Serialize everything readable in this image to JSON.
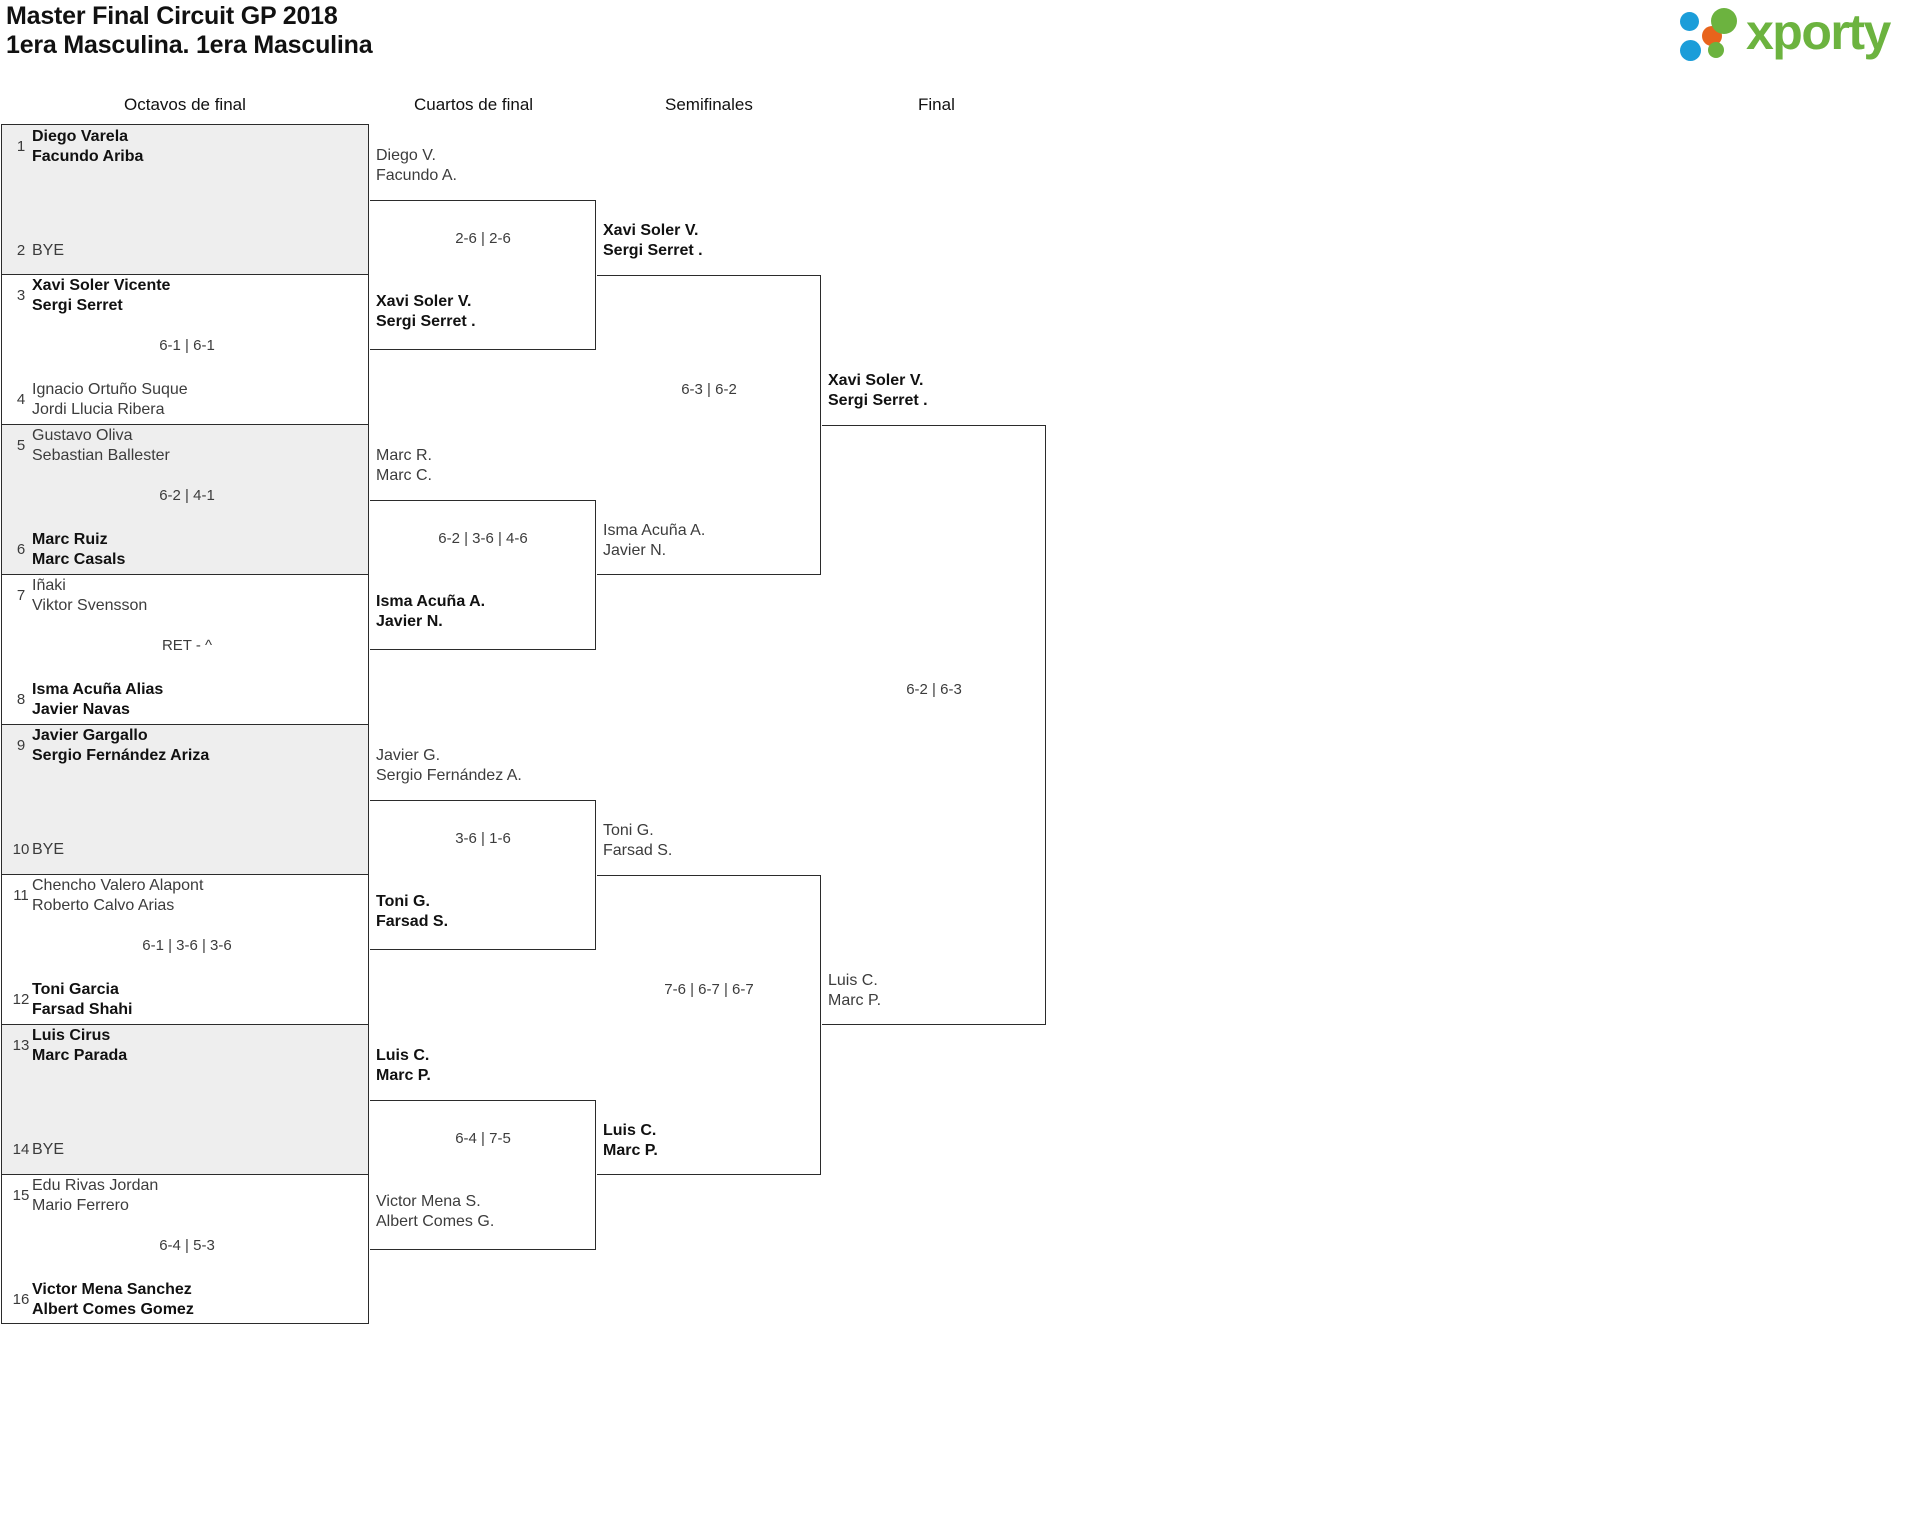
{
  "header": {
    "title_line1": "Master Final Circuit GP 2018",
    "title_line2": "1era Masculina. 1era Masculina",
    "logo": {
      "wordmark": "xporty",
      "green": "#6cb33f",
      "blue": "#1b9dd9",
      "orange": "#e8641c"
    }
  },
  "rounds": [
    {
      "label": "Octavos de final"
    },
    {
      "label": "Cuartos de final"
    },
    {
      "label": "Semifinales"
    },
    {
      "label": "Final"
    }
  ],
  "round1": {
    "entries": [
      {
        "seed": "1",
        "line1": "Diego Varela",
        "line2": "Facundo Ariba",
        "winner": true,
        "bye": false
      },
      {
        "seed": "2",
        "line1": "BYE",
        "line2": "",
        "winner": false,
        "bye": true
      },
      {
        "seed": "3",
        "line1": "Xavi Soler Vicente",
        "line2": "Sergi Serret",
        "winner": true,
        "bye": false
      },
      {
        "seed": "4",
        "line1": "Ignacio Ortuño Suque",
        "line2": "Jordi Llucia Ribera",
        "winner": false,
        "bye": false
      },
      {
        "seed": "5",
        "line1": "Gustavo Oliva",
        "line2": "Sebastian Ballester",
        "winner": false,
        "bye": false
      },
      {
        "seed": "6",
        "line1": "Marc Ruiz",
        "line2": "Marc Casals",
        "winner": true,
        "bye": false
      },
      {
        "seed": "7",
        "line1": "Iñaki",
        "line2": "Viktor Svensson",
        "winner": false,
        "bye": false
      },
      {
        "seed": "8",
        "line1": "Isma Acuña Alias",
        "line2": "Javier Navas",
        "winner": true,
        "bye": false
      },
      {
        "seed": "9",
        "line1": "Javier Gargallo",
        "line2": "Sergio Fernández Ariza",
        "winner": true,
        "bye": false
      },
      {
        "seed": "10",
        "line1": "BYE",
        "line2": "",
        "winner": false,
        "bye": true
      },
      {
        "seed": "11",
        "line1": "Chencho Valero Alapont",
        "line2": "Roberto Calvo Arias",
        "winner": false,
        "bye": false
      },
      {
        "seed": "12",
        "line1": "Toni Garcia",
        "line2": "Farsad Shahi",
        "winner": true,
        "bye": false
      },
      {
        "seed": "13",
        "line1": "Luis Cirus",
        "line2": "Marc Parada",
        "winner": true,
        "bye": false
      },
      {
        "seed": "14",
        "line1": "BYE",
        "line2": "",
        "winner": false,
        "bye": true
      },
      {
        "seed": "15",
        "line1": "Edu Rivas Jordan",
        "line2": "Mario Ferrero",
        "winner": false,
        "bye": false
      },
      {
        "seed": "16",
        "line1": "Victor Mena Sanchez",
        "line2": "Albert Comes Gomez",
        "winner": true,
        "bye": false
      }
    ],
    "scores": [
      "",
      "6-1 | 6-1",
      "6-2 | 4-1",
      "RET - ^",
      "",
      "6-1 | 3-6 | 3-6",
      "",
      "6-4 | 5-3"
    ]
  },
  "round2": {
    "slots": [
      {
        "line1": "Diego V.",
        "line2": "Facundo A.",
        "winner": false
      },
      {
        "line1": "Xavi Soler V.",
        "line2": "Sergi Serret .",
        "winner": true
      },
      {
        "line1": "Marc R.",
        "line2": "Marc C.",
        "winner": false
      },
      {
        "line1": "Isma Acuña A.",
        "line2": "Javier N.",
        "winner": true
      },
      {
        "line1": "Javier G.",
        "line2": "Sergio Fernández A.",
        "winner": false
      },
      {
        "line1": "Toni G.",
        "line2": "Farsad S.",
        "winner": true
      },
      {
        "line1": "Luis C.",
        "line2": "Marc P.",
        "winner": true
      },
      {
        "line1": "Victor Mena S.",
        "line2": "Albert Comes G.",
        "winner": false
      }
    ],
    "scores": [
      "2-6 | 2-6",
      "6-2 | 3-6 | 4-6",
      "3-6 | 1-6",
      "6-4 | 7-5"
    ]
  },
  "round3": {
    "slots": [
      {
        "line1": "Xavi Soler V.",
        "line2": "Sergi Serret .",
        "winner": true
      },
      {
        "line1": "Isma Acuña A.",
        "line2": "Javier N.",
        "winner": false
      },
      {
        "line1": "Toni G.",
        "line2": "Farsad S.",
        "winner": false
      },
      {
        "line1": "Luis C.",
        "line2": "Marc P.",
        "winner": true
      }
    ],
    "scores": [
      "6-3 | 6-2",
      "7-6 | 6-7 | 6-7"
    ]
  },
  "round4": {
    "slots": [
      {
        "line1": "Xavi Soler V.",
        "line2": "Sergi Serret .",
        "winner": true
      },
      {
        "line1": "Luis C.",
        "line2": "Marc P.",
        "winner": false
      }
    ],
    "scores": [
      "6-2 | 6-3"
    ]
  }
}
